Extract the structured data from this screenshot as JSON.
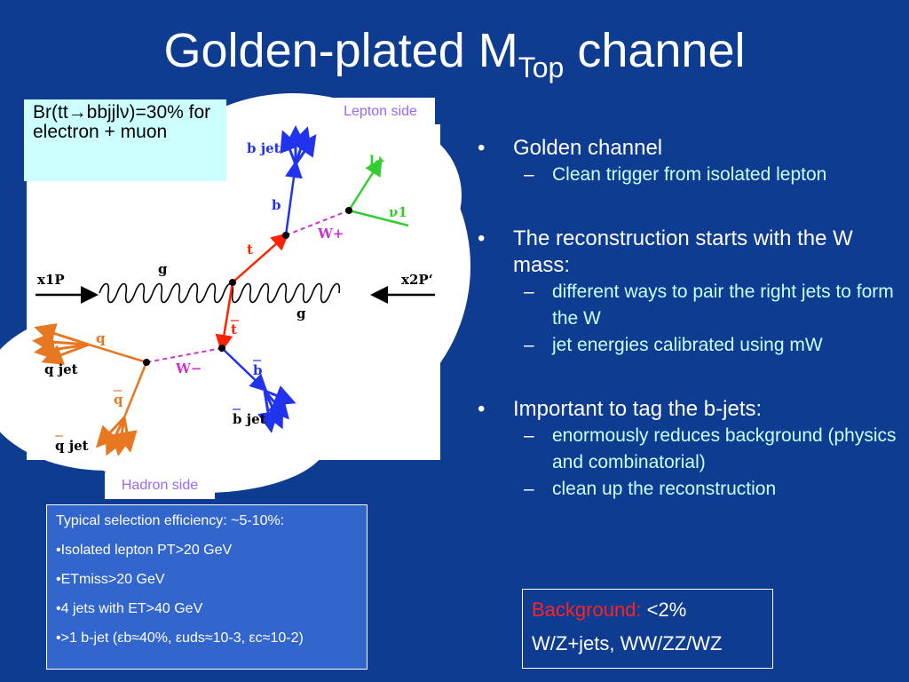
{
  "title": {
    "main": "Golden-plated M",
    "sub": "Top",
    "tail": " channel"
  },
  "br_box": {
    "text": "Br(tt→bbjjlν)=30% for electron + muon"
  },
  "labels": {
    "lepton_side": "Lepton side",
    "hadron_side": "Hadron side"
  },
  "diagram": {
    "b_jet_top": "b  jet",
    "b": "b",
    "t": "t",
    "g_top": "g",
    "g_bottom": "g",
    "w_plus": "W+",
    "l_plus": "l+",
    "nu1": "ν1",
    "x1p": "x1P",
    "x2p": "x2P‘",
    "tbar": "t",
    "q": "q",
    "q_jet": "q  jet",
    "w_minus": "W−",
    "qbar": "q",
    "qbar_jet": "q  jet",
    "bbar": "b",
    "bbar_jet": "b  jet"
  },
  "selection": {
    "line1": "Typical selection efficiency: ~5-10%:",
    "line2": "•Isolated lepton PT>20 GeV",
    "line3": "•ETmiss>20 GeV",
    "line4": "•4 jets with ET>40 GeV",
    "line5": "•>1 b-jet (εb≈40%, εuds≈10-3, εc≈10-2)"
  },
  "background": {
    "label": "Background:",
    "value": " <2%",
    "line2": "W/Z+jets, WW/ZZ/WZ"
  },
  "bullets": [
    {
      "text": "Golden channel",
      "subs": [
        "Clean trigger from isolated lepton"
      ]
    },
    {
      "text": "The reconstruction starts with the W mass:",
      "subs": [
        "different ways to pair the right jets to form the W",
        "jet energies calibrated using mW"
      ]
    },
    {
      "text": "Important to tag the b-jets:",
      "subs": [
        "enormously reduces background (physics and combinatorial)",
        "clean up the reconstruction"
      ]
    }
  ],
  "colors": {
    "background": "#0d3c91",
    "lepton_green": "#33cc33",
    "w_magenta": "#cc33cc",
    "top_red": "#ff2200",
    "b_blue": "#2233ee",
    "q_orange": "#e87722"
  }
}
